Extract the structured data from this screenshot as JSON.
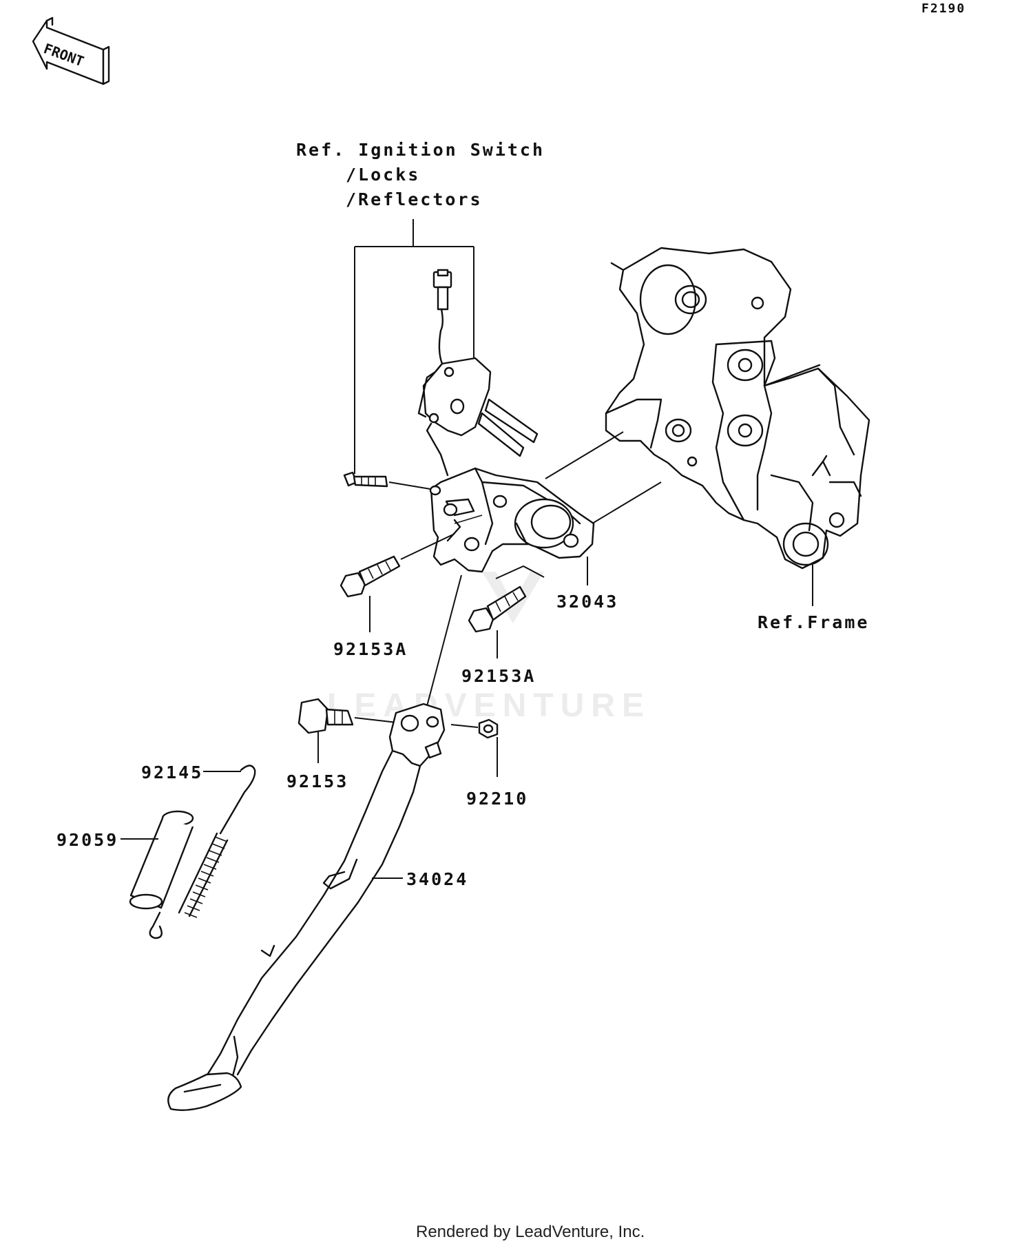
{
  "page_id": "F2190",
  "front_label": "FRONT",
  "ref_ignition": [
    "Ref. Ignition Switch",
    "/Locks",
    "/Reflectors"
  ],
  "ref_frame": "Ref.Frame",
  "parts": {
    "p32043": "32043",
    "p92153A_left": "92153A",
    "p92153A_right": "92153A",
    "p92153": "92153",
    "p92210": "92210",
    "p92145": "92145",
    "p92059": "92059",
    "p34024": "34024"
  },
  "watermark": "LEADVENTURE",
  "footer": "Rendered by LeadVenture, Inc."
}
